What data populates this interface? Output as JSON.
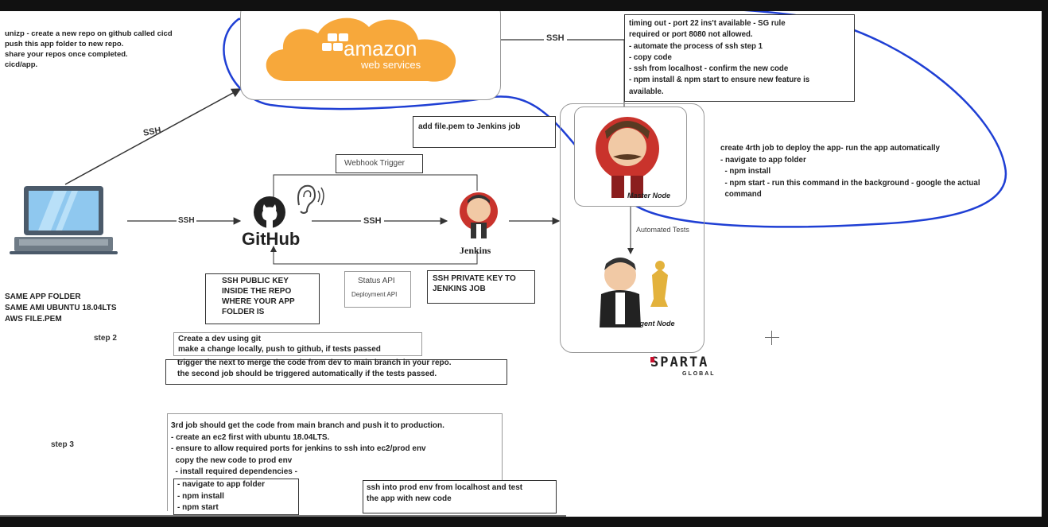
{
  "notes": {
    "top_left": "unizp - create a new repo on github called cicd\npush this app folder to new repo.\nshare your repos once completed.\ncicd/app.",
    "bottom_left": "SAME APP FOLDER\nSAME AMI UBUNTU 18.04LTS\nAWS FILE.PEM",
    "timing": "timing out - port 22 ins't available - SG rule\nrequired or port 8080 not allowed.\n- automate the process of ssh step 1\n- copy code\n- ssh from localhost - confirm the new code\n- npm install & npm start to ensure new feature is\navailable.",
    "add_pem": "add file.pem to Jenkins job",
    "fourth_job": "create 4rth job to deploy the app- run the app automatically\n- navigate to app folder\n  - npm install\n  - npm start - run this command in the background - google the actual\n  command",
    "ssh_public": "SSH PUBLIC KEY\nINSIDE THE REPO\nWHERE YOUR APP\nFOLDER IS",
    "ssh_private": "SSH PRIVATE KEY TO\nJENKINS JOB",
    "step2_a": "Create a dev using git\nmake a change locally, push to github, if tests passed",
    "step2_b": "trigger the next to merge the code from dev to main branch in your repo.\nthe second job should be triggered automatically if the tests passed.",
    "step3_main": "3rd job should get the code from main branch and push it to production.\n- create an ec2 first with ubuntu 18.04LTS.\n- ensure to allow required ports for jenkins to ssh into ec2/prod env\n  copy the new code to prod env\n  - install required dependencies -",
    "step3_list": "- navigate to app folder\n- npm install\n- npm start",
    "step3_ssh": "ssh into prod env from localhost and test\nthe app with new code"
  },
  "labels": {
    "step2": "step 2",
    "step3": "step 3",
    "ssh_diag": "SSH",
    "ssh_top": "SSH",
    "ssh_laptop": "SSH",
    "ssh_github": "SSH",
    "webhook": "Webhook Trigger",
    "status_api": "Status API",
    "deployment_api": "Deployment API",
    "automated_tests": "Automated Tests",
    "master_node": "Master Node",
    "agent_node": "Agent Node",
    "github": "GitHub",
    "jenkins": "Jenkins",
    "amazon": "amazon",
    "web_services": "web services",
    "sparta": "SPARTA",
    "global": "GLOBAL"
  },
  "colors": {
    "aws_orange": "#f7a83b",
    "annotation_blue": "#1f3fd4",
    "sparta_red": "#c8102e",
    "jenkins_red": "#c9332c"
  },
  "icons": [
    "laptop-icon",
    "github-octocat-icon",
    "ear-icon",
    "jenkins-icon",
    "jenkins-master-icon",
    "jenkins-agent-icon",
    "aws-cloud-icon",
    "crosshair-icon"
  ]
}
